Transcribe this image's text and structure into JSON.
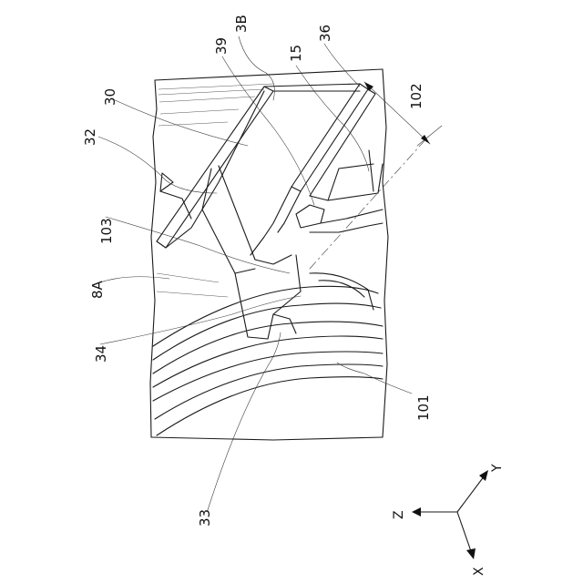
{
  "labels": {
    "l_3B": "3B",
    "l_39": "39",
    "l_15": "15",
    "l_36": "36",
    "l_102": "102",
    "l_30": "30",
    "l_32": "32",
    "l_103": "103",
    "l_8A": "8A",
    "l_34": "34",
    "l_101": "101",
    "l_33": "33"
  },
  "axes": {
    "z": "Z",
    "y": "Y",
    "x": "X"
  }
}
